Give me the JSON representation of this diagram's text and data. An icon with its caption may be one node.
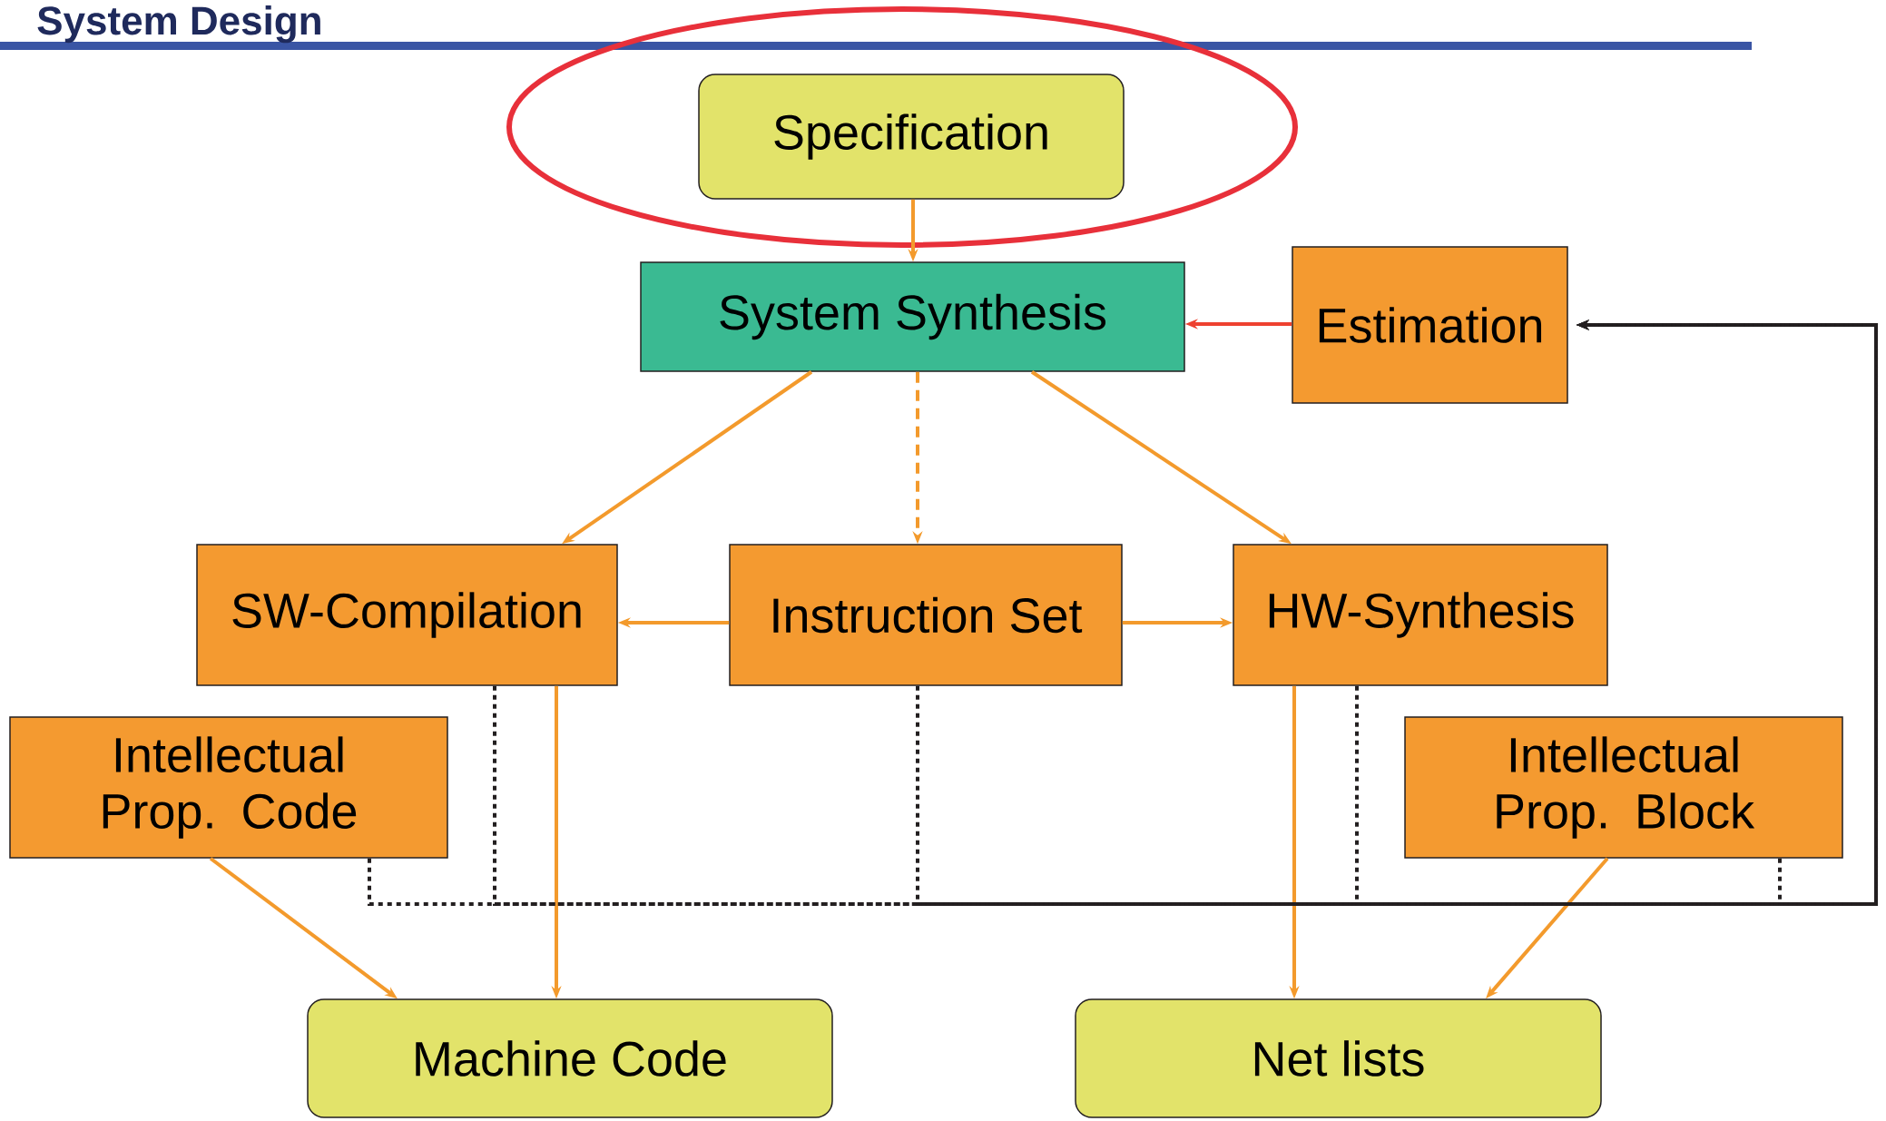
{
  "diagram": {
    "title": "System Design",
    "nodes": [
      {
        "text": [
          "Specification"
        ]
      },
      {
        "text": [
          "System Synthesis"
        ]
      },
      {
        "text": [
          "Estimation"
        ]
      },
      {
        "text": [
          "SW-Compilation"
        ]
      },
      {
        "text": [
          "Instruction Set"
        ]
      },
      {
        "text": [
          "HW-Synthesis"
        ]
      },
      {
        "text": [
          "Intellectual Prop. Code"
        ]
      },
      {
        "text": [
          "Intellectual Prop. Block"
        ]
      },
      {
        "text": [
          "Machine Code"
        ]
      },
      {
        "text": [
          "Net lists"
        ]
      }
    ],
    "edges": [
      {
        "from": 0,
        "to": 1,
        "arrow": "to"
      },
      {
        "from": 2,
        "to": 1,
        "arrow": "to",
        "color": "#ee4130"
      },
      {
        "from": 1,
        "to": 3,
        "arrow": "to"
      },
      {
        "from": 1,
        "to": 4,
        "arrow": "to",
        "style": "dashed"
      },
      {
        "from": 1,
        "to": 5,
        "arrow": "to"
      },
      {
        "from": 4,
        "to": 3,
        "arrow": "to"
      },
      {
        "from": 4,
        "to": 5,
        "arrow": "to"
      },
      {
        "from": 3,
        "to": 8,
        "arrow": "to"
      },
      {
        "from": 6,
        "to": 8,
        "arrow": "to"
      },
      {
        "from": 5,
        "to": 9,
        "arrow": "to"
      },
      {
        "from": 7,
        "to": 9,
        "arrow": "to"
      },
      {
        "from": 6,
        "to": 2,
        "arrow": "to",
        "style": "dashed",
        "color": "#231f20"
      },
      {
        "from": 3,
        "to": 2,
        "arrow": "to",
        "style": "dashed",
        "color": "#231f20"
      },
      {
        "from": 4,
        "to": 2,
        "arrow": "to",
        "style": "dashed",
        "color": "#231f20"
      },
      {
        "from": 5,
        "to": 2,
        "arrow": "to",
        "style": "dashed",
        "color": "#231f20"
      },
      {
        "from": 7,
        "to": 2,
        "arrow": "to",
        "style": "dashed",
        "color": "#231f20"
      }
    ]
  }
}
